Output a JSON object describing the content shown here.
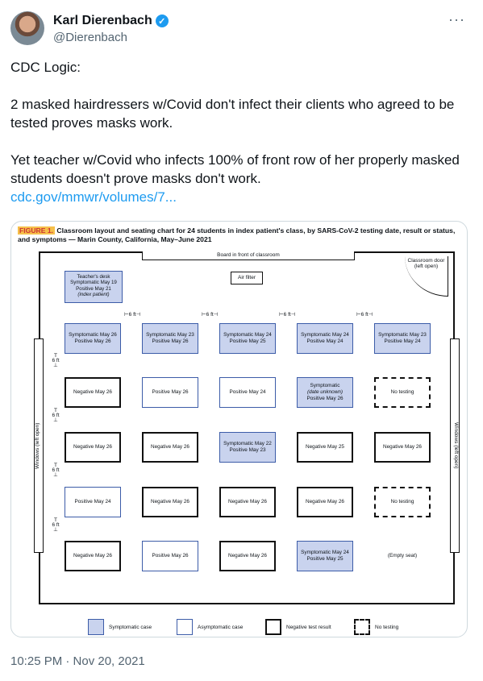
{
  "author": {
    "name": "Karl Dierenbach",
    "handle": "@Dierenbach",
    "verified_icon": "verified-check-icon"
  },
  "more_icon": "more-icon",
  "tweet": {
    "para1": "CDC Logic:",
    "para2": "2 masked hairdressers w/Covid don't infect their clients who agreed to be tested proves masks work.",
    "para3": "Yet teacher w/Covid who infects 100% of front row of her properly masked students doesn't prove masks don't work.",
    "link": "cdc.gov/mmwr/volumes/7..."
  },
  "figure": {
    "label": "FIGURE 1.",
    "caption": "Classroom layout and seating chart for 24 students in index patient's class, by SARS-CoV-2 testing date, result or status, and symptoms — Marin County, California, May–June 2021",
    "board": "Board in front of classroom",
    "door": "Classroom door (left open)",
    "desk": [
      "Teacher's desk",
      "Symptomatic May 19",
      "Positive May 21",
      "(index patient)"
    ],
    "air_filter": "Air filter",
    "window_left": "Windows (left open)",
    "window_right": "Windows (left open)",
    "spacing": "6 ft",
    "rows": [
      [
        {
          "t": "sym",
          "l": [
            "Symptomatic May 26",
            "Positive May 26"
          ]
        },
        {
          "t": "sym",
          "l": [
            "Symptomatic May 23",
            "Positive May 26"
          ]
        },
        {
          "t": "sym",
          "l": [
            "Symptomatic May 24",
            "Positive May 25"
          ]
        },
        {
          "t": "sym",
          "l": [
            "Symptomatic May 24",
            "Positive May 24"
          ]
        },
        {
          "t": "sym",
          "l": [
            "Symptomatic May 23",
            "Positive May 24"
          ]
        }
      ],
      [
        {
          "t": "neg",
          "l": [
            "Negative May 26"
          ]
        },
        {
          "t": "asym",
          "l": [
            "Positive May 26"
          ]
        },
        {
          "t": "asym",
          "l": [
            "Positive May 24"
          ]
        },
        {
          "t": "sym",
          "l": [
            "Symptomatic",
            "(date unknown)",
            "Positive May 26"
          ]
        },
        {
          "t": "no",
          "l": [
            "No testing"
          ]
        }
      ],
      [
        {
          "t": "neg",
          "l": [
            "Negative May 26"
          ]
        },
        {
          "t": "neg",
          "l": [
            "Negative May 26"
          ]
        },
        {
          "t": "sym",
          "l": [
            "Symptomatic May 22",
            "Positive May 23"
          ]
        },
        {
          "t": "neg",
          "l": [
            "Negative May 25"
          ]
        },
        {
          "t": "neg",
          "l": [
            "Negative May 26"
          ]
        }
      ],
      [
        {
          "t": "asym",
          "l": [
            "Positive May 24"
          ]
        },
        {
          "t": "neg",
          "l": [
            "Negative May 26"
          ]
        },
        {
          "t": "neg",
          "l": [
            "Negative May 26"
          ]
        },
        {
          "t": "neg",
          "l": [
            "Negative May 26"
          ]
        },
        {
          "t": "no",
          "l": [
            "No testing"
          ]
        }
      ],
      [
        {
          "t": "neg",
          "l": [
            "Negative May 26"
          ]
        },
        {
          "t": "asym",
          "l": [
            "Positive May 26"
          ]
        },
        {
          "t": "neg",
          "l": [
            "Negative May 26"
          ]
        },
        {
          "t": "sym",
          "l": [
            "Symptomatic May 24",
            "Positive May 25"
          ]
        },
        {
          "t": "empty",
          "l": [
            "(Empty seat)"
          ]
        }
      ]
    ],
    "legend": [
      {
        "t": "sym",
        "label": "Symptomatic case"
      },
      {
        "t": "asym",
        "label": "Asymptomatic case"
      },
      {
        "t": "neg",
        "label": "Negative test result"
      },
      {
        "t": "no",
        "label": "No testing"
      }
    ]
  },
  "timestamp": "10:25 PM · Nov 20, 2021"
}
